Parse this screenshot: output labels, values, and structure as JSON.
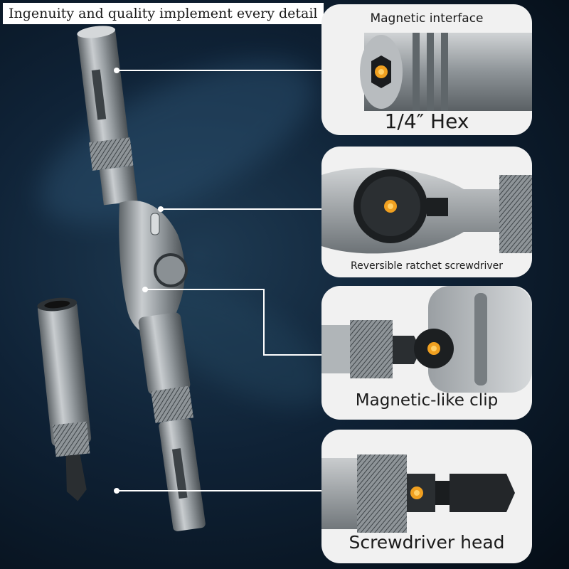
{
  "headline": "Ingenuity and quality implement every detail",
  "callouts": [
    {
      "title": "Magnetic interface",
      "caption": "1/4″ Hex",
      "icon": "hex-socket-icon"
    },
    {
      "caption": "Reversible ratchet screwdriver",
      "icon": "ratchet-switch-icon"
    },
    {
      "caption": "Magnetic-like clip",
      "icon": "clip-icon"
    },
    {
      "caption": "Screwdriver head",
      "icon": "screwdriver-bit-icon"
    }
  ],
  "colors": {
    "background": "#0f2236",
    "panel": "#f1f1f1",
    "accent": "#f0a020"
  }
}
